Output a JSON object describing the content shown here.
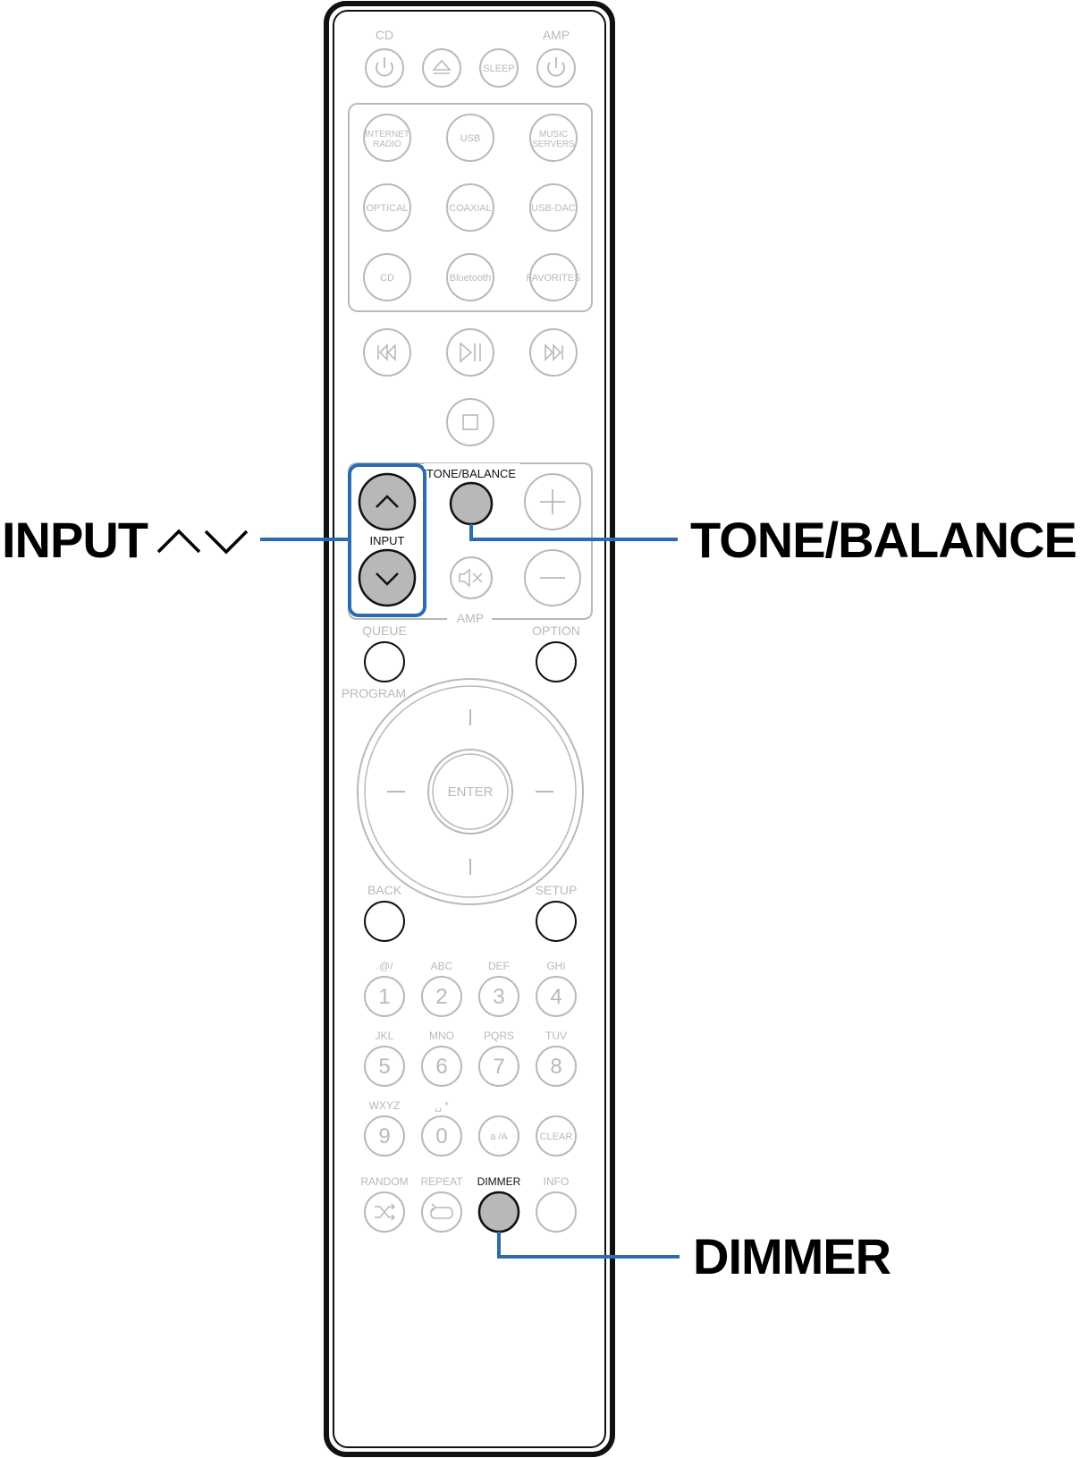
{
  "callouts": {
    "input": "INPUT",
    "tone_balance": "TONE/BALANCE",
    "dimmer": "DIMMER"
  },
  "colors": {
    "callout_line": "#2b6cb0",
    "inactive": "#b9b9b9",
    "highlight_fill": "#b8b8b8",
    "outline": "#111111"
  },
  "remote": {
    "top_labels": {
      "cd": "CD",
      "amp": "AMP"
    },
    "top_buttons": [
      {
        "text": "",
        "icon": "power-icon"
      },
      {
        "text": "",
        "icon": "eject-icon"
      },
      {
        "text": "SLEEP",
        "icon": ""
      },
      {
        "text": "",
        "icon": "power-icon"
      }
    ],
    "source_buttons": [
      {
        "line1": "INTERNET",
        "line2": "RADIO"
      },
      {
        "line1": "USB",
        "line2": ""
      },
      {
        "line1": "MUSIC",
        "line2": "SERVERS"
      },
      {
        "line1": "OPTICAL",
        "line2": ""
      },
      {
        "line1": "COAXIAL",
        "line2": ""
      },
      {
        "line1": "USB-DAC",
        "line2": ""
      },
      {
        "line1": "CD",
        "line2": ""
      },
      {
        "line1": "Bluetooth",
        "line2": ""
      },
      {
        "line1": "FAVORITES",
        "line2": ""
      }
    ],
    "transport_icons": [
      "skip-back-icon",
      "play-pause-icon",
      "skip-forward-icon",
      "stop-icon"
    ],
    "tone_balance_label": "TONE/BALANCE",
    "input_label": "INPUT",
    "amp_group_label": "AMP",
    "queue_label": "QUEUE",
    "option_label": "OPTION",
    "program_label": "PROGRAM",
    "enter_label": "ENTER",
    "back_label": "BACK",
    "setup_label": "SETUP",
    "keypad": [
      {
        "letters": ".@/",
        "digit": "1"
      },
      {
        "letters": "ABC",
        "digit": "2"
      },
      {
        "letters": "DEF",
        "digit": "3"
      },
      {
        "letters": "GHI",
        "digit": "4"
      },
      {
        "letters": "JKL",
        "digit": "5"
      },
      {
        "letters": "MNO",
        "digit": "6"
      },
      {
        "letters": "PQRS",
        "digit": "7"
      },
      {
        "letters": "TUV",
        "digit": "8"
      },
      {
        "letters": "WXYZ",
        "digit": "9"
      },
      {
        "letters": "␣ *",
        "digit": "0"
      },
      {
        "letters": "",
        "digit": "a /A"
      },
      {
        "letters": "",
        "digit": "CLEAR"
      }
    ],
    "bottom_labels": [
      "RANDOM",
      "REPEAT",
      "DIMMER",
      "INFO"
    ]
  }
}
